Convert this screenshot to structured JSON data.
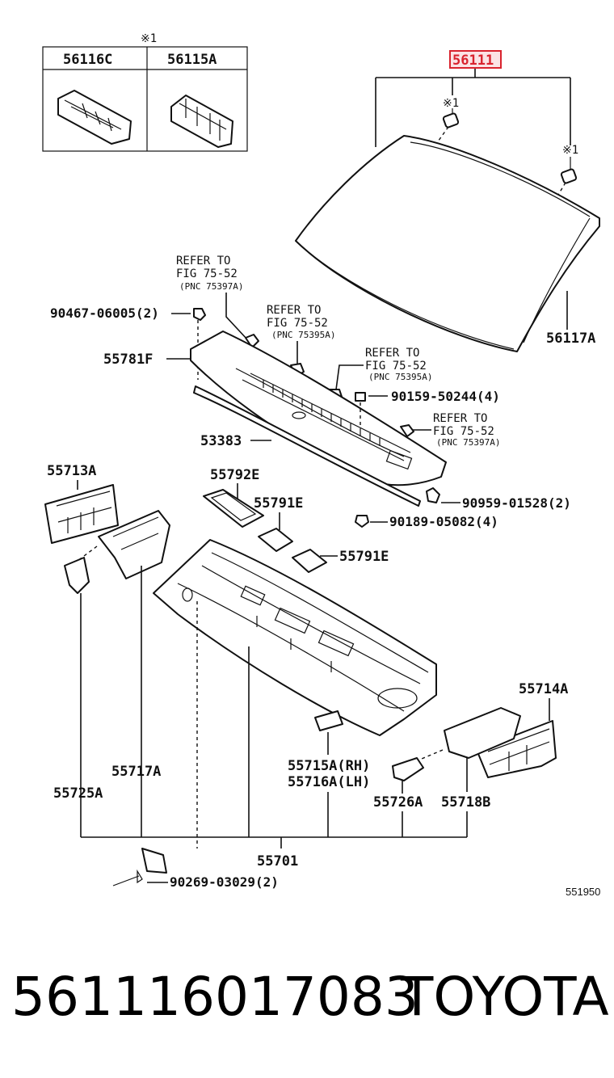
{
  "inset": {
    "note": "※1",
    "col_a": "56116C",
    "col_b": "56115A"
  },
  "highlighted_part": "56111",
  "highlight_color": "#d9232e",
  "note_mark": "※1",
  "refs": [
    {
      "line1": "REFER TO",
      "line2": "FIG 75-52",
      "line3": "(PNC 75397A)"
    },
    {
      "line1": "REFER TO",
      "line2": "FIG 75-52",
      "line3": "(PNC 75395A)"
    },
    {
      "line1": "REFER TO",
      "line2": "FIG 75-52",
      "line3": "(PNC 75395A)"
    },
    {
      "line1": "REFER TO",
      "line2": "FIG 75-52",
      "line3": "(PNC 75397A)"
    }
  ],
  "labels": {
    "p56117A": "56117A",
    "p90467": "90467-06005(2)",
    "p55781F": "55781F",
    "p90159": "90159-50244(4)",
    "p53383": "53383",
    "p55713A": "55713A",
    "p55792E": "55792E",
    "p90959": "90959-01528(2)",
    "p55791E_a": "55791E",
    "p90189": "90189-05082(4)",
    "p55791E_b": "55791E",
    "p55714A": "55714A",
    "p55717A": "55717A",
    "p55715A": "55715A(RH)",
    "p55716A": "55716A(LH)",
    "p55725A": "55725A",
    "p55726A": "55726A",
    "p55718B": "55718B",
    "p55701": "55701",
    "p90269": "90269-03029(2)",
    "figure_no": "551950"
  },
  "footer": {
    "part_number": "561116017083",
    "brand": "TOYOTA"
  }
}
